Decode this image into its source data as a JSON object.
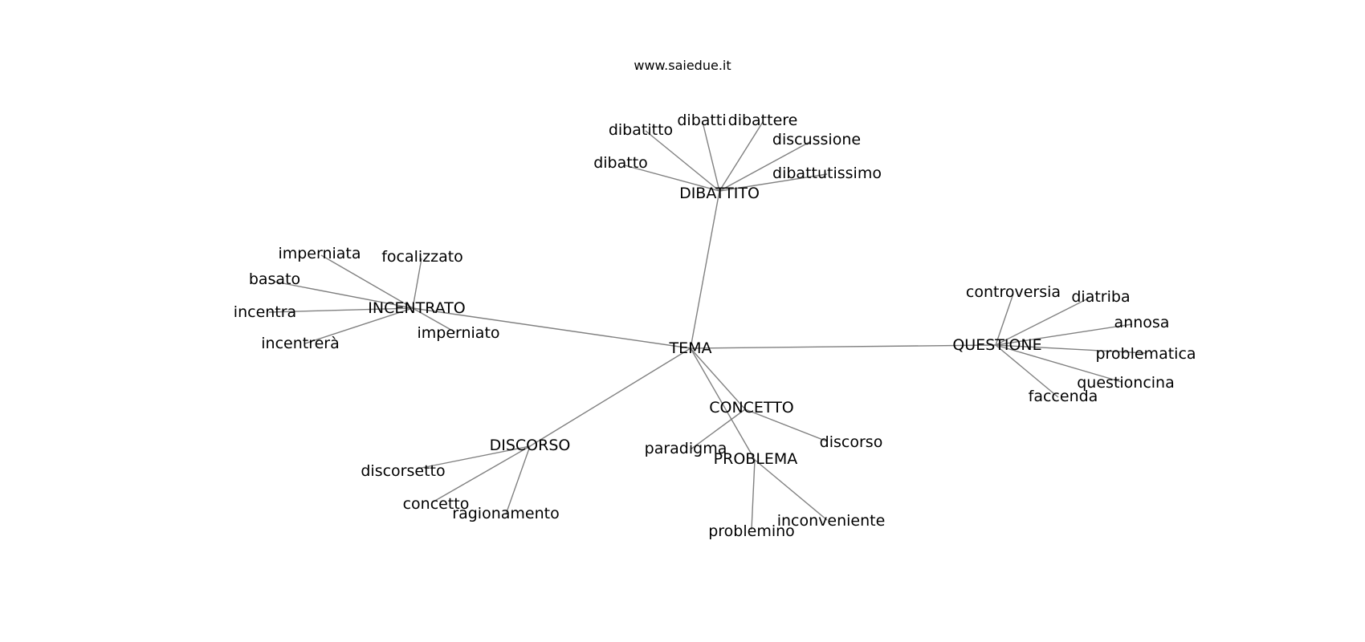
{
  "site": "www.saiedue.it",
  "colors": {
    "edge": "#808080",
    "text": "#000000",
    "background": "#ffffff"
  },
  "nodes": [
    {
      "id": "tema",
      "label": "TEMA"
    },
    {
      "id": "dibattito",
      "label": "DIBATTITO"
    },
    {
      "id": "incentrato",
      "label": "INCENTRATO"
    },
    {
      "id": "questione",
      "label": "QUESTIONE"
    },
    {
      "id": "concetto_hub",
      "label": "CONCETTO"
    },
    {
      "id": "discorso_hub",
      "label": "DISCORSO"
    },
    {
      "id": "problema",
      "label": "PROBLEMA"
    },
    {
      "id": "dibatitto",
      "label": "dibatitto"
    },
    {
      "id": "dibatti",
      "label": "dibatti"
    },
    {
      "id": "dibattere",
      "label": "dibattere"
    },
    {
      "id": "discussione",
      "label": "discussione"
    },
    {
      "id": "dibatto",
      "label": "dibatto"
    },
    {
      "id": "dibattutissimo",
      "label": "dibattutissimo"
    },
    {
      "id": "imperniata",
      "label": "imperniata"
    },
    {
      "id": "focalizzato",
      "label": "focalizzato"
    },
    {
      "id": "basato",
      "label": "basato"
    },
    {
      "id": "incentra",
      "label": "incentra"
    },
    {
      "id": "incentrera",
      "label": "incentrerà"
    },
    {
      "id": "imperniato",
      "label": "imperniato"
    },
    {
      "id": "controversia",
      "label": "controversia"
    },
    {
      "id": "diatriba",
      "label": "diatriba"
    },
    {
      "id": "annosa",
      "label": "annosa"
    },
    {
      "id": "problematica",
      "label": "problematica"
    },
    {
      "id": "questioncina",
      "label": "questioncina"
    },
    {
      "id": "faccenda",
      "label": "faccenda"
    },
    {
      "id": "paradigma",
      "label": "paradigma"
    },
    {
      "id": "discorso_leaf",
      "label": "discorso"
    },
    {
      "id": "discorsetto",
      "label": "discorsetto"
    },
    {
      "id": "concetto_leaf",
      "label": "concetto"
    },
    {
      "id": "ragionamento",
      "label": "ragionamento"
    },
    {
      "id": "problemino",
      "label": "problemino"
    },
    {
      "id": "inconveniente",
      "label": "inconveniente"
    }
  ],
  "edges": [
    [
      "tema",
      "dibattito"
    ],
    [
      "tema",
      "incentrato"
    ],
    [
      "tema",
      "questione"
    ],
    [
      "tema",
      "concetto_hub"
    ],
    [
      "tema",
      "discorso_hub"
    ],
    [
      "tema",
      "problema"
    ],
    [
      "dibattito",
      "dibatitto"
    ],
    [
      "dibattito",
      "dibatti"
    ],
    [
      "dibattito",
      "dibattere"
    ],
    [
      "dibattito",
      "discussione"
    ],
    [
      "dibattito",
      "dibatto"
    ],
    [
      "dibattito",
      "dibattutissimo"
    ],
    [
      "incentrato",
      "imperniata"
    ],
    [
      "incentrato",
      "focalizzato"
    ],
    [
      "incentrato",
      "basato"
    ],
    [
      "incentrato",
      "incentra"
    ],
    [
      "incentrato",
      "incentrera"
    ],
    [
      "incentrato",
      "imperniato"
    ],
    [
      "questione",
      "controversia"
    ],
    [
      "questione",
      "diatriba"
    ],
    [
      "questione",
      "annosa"
    ],
    [
      "questione",
      "problematica"
    ],
    [
      "questione",
      "questioncina"
    ],
    [
      "questione",
      "faccenda"
    ],
    [
      "concetto_hub",
      "paradigma"
    ],
    [
      "concetto_hub",
      "discorso_leaf"
    ],
    [
      "discorso_hub",
      "discorsetto"
    ],
    [
      "discorso_hub",
      "concetto_leaf"
    ],
    [
      "discorso_hub",
      "ragionamento"
    ],
    [
      "problema",
      "problemino"
    ],
    [
      "problema",
      "inconveniente"
    ]
  ]
}
